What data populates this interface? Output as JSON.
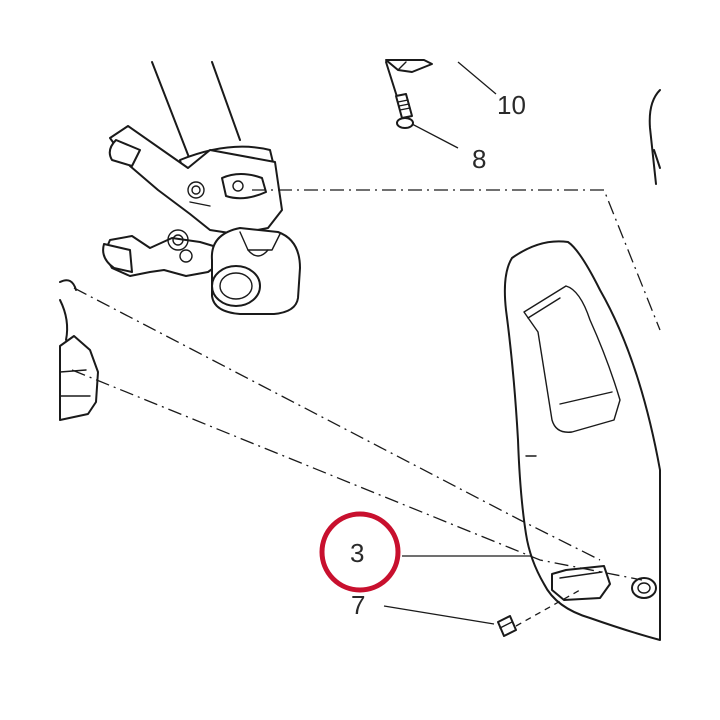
{
  "callouts": {
    "c10": "10",
    "c8": "8",
    "c3": "3",
    "c7": "7"
  },
  "highlight": {
    "callout": "3",
    "color": "#c8102e"
  }
}
